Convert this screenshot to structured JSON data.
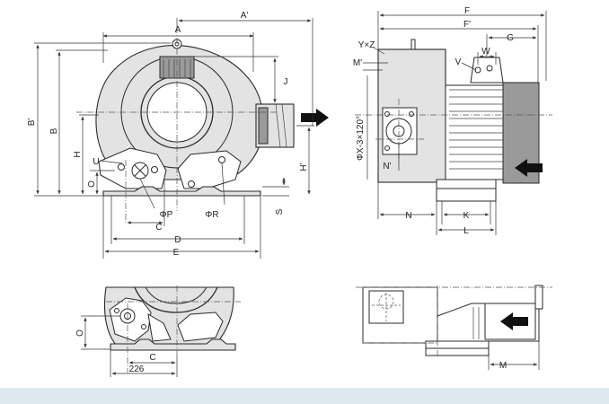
{
  "labels": {
    "A_prime": "A'",
    "A": "A",
    "B_prime": "B'",
    "B": "B",
    "H": "H",
    "H_prime": "H'",
    "J": "J",
    "U": "U",
    "O": "O",
    "P": "ΦP",
    "C": "C",
    "D": "D",
    "E": "E",
    "R": "ΦR",
    "S": "S",
    "F": "F",
    "F_prime": "F'",
    "G": "G",
    "YxZ": "Y×Z",
    "M_prime": "M'",
    "W": "W",
    "V": "V",
    "X": "ΦX-3×120°",
    "N_prime": "N'",
    "N": "N",
    "K": "K",
    "L": "L",
    "O2": "O",
    "C2": "C",
    "val_226": "226",
    "M": "M"
  },
  "colors": {
    "line": "#2a2a2a",
    "casing_fill": "#e3e3e3",
    "motor_fill": "#9a9a9a",
    "footer": "#dde9ee"
  },
  "icons": {
    "flow_arrow": "arrow-right-icon",
    "inlet_arrow": "arrow-left-icon"
  }
}
